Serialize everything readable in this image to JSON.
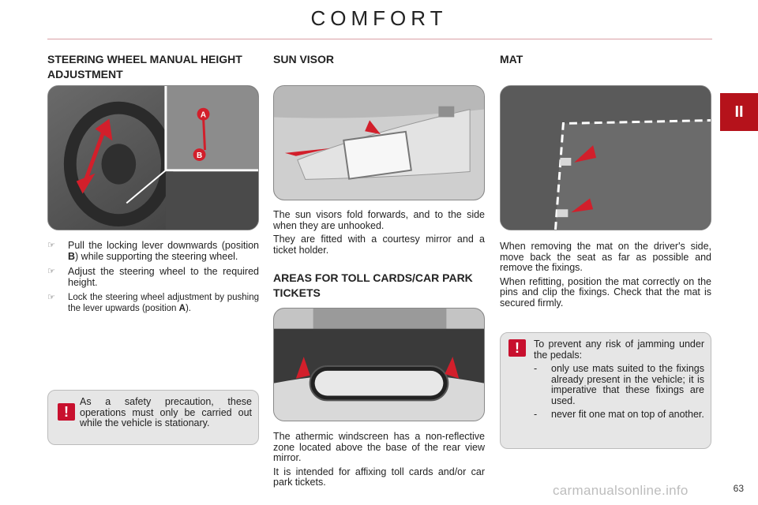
{
  "header": {
    "title": "COMFORT",
    "chapter": "II"
  },
  "col1": {
    "heading": "STEERING WHEEL MANUAL HEIGHT ADJUSTMENT",
    "image": {
      "label_a": "A",
      "label_b": "B"
    },
    "steps": [
      {
        "marker": "☞",
        "text_before": "Pull the locking lever downwards (position ",
        "bold": "B",
        "text_after": ") while supporting the steering wheel."
      },
      {
        "marker": "☞",
        "text_before": "Adjust the steering wheel to the required height.",
        "bold": "",
        "text_after": ""
      },
      {
        "marker": "☞",
        "text_before": "Lock the steering wheel adjustment by pushing the lever upwards (position ",
        "bold": "A",
        "text_after": ")."
      }
    ],
    "warning": {
      "icon": "!",
      "text": "As a safety precaution, these operations must only be carried out while the vehicle is stationary."
    }
  },
  "col2": {
    "heading_visor": "SUN VISOR",
    "visor_text_1": "The sun visors fold forwards, and to the side when they are unhooked.",
    "visor_text_2": "They are fitted with a courtesy mirror and a ticket holder.",
    "heading_toll": "AREAS FOR TOLL CARDS/CAR PARK TICKETS",
    "toll_text_1": "The athermic windscreen has a non-reflective zone located above the base of the rear view mirror.",
    "toll_text_2": "It is intended for affixing toll cards and/or car park tickets."
  },
  "col3": {
    "heading": "MAT",
    "text_1": "When removing the mat on the driver's side, move back the seat as far as possible and remove the fixings.",
    "text_2": "When refitting, position the mat correctly on the pins and clip the fixings. Check that the mat is secured firmly.",
    "warning": {
      "icon": "!",
      "intro": "To prevent any risk of jamming under the pedals:",
      "items": [
        {
          "dash": "-",
          "text": "only use mats suited to the fixings already present in the vehicle; it is imperative that these fixings are used."
        },
        {
          "dash": "-",
          "text": "never fit one mat on top of another."
        }
      ]
    }
  },
  "footer": {
    "page_number": "63",
    "watermark": "carmanualsonline.info"
  },
  "colors": {
    "accent_red": "#c8102e",
    "tab_red": "#b5121b",
    "box_grey": "#e6e6e6"
  }
}
